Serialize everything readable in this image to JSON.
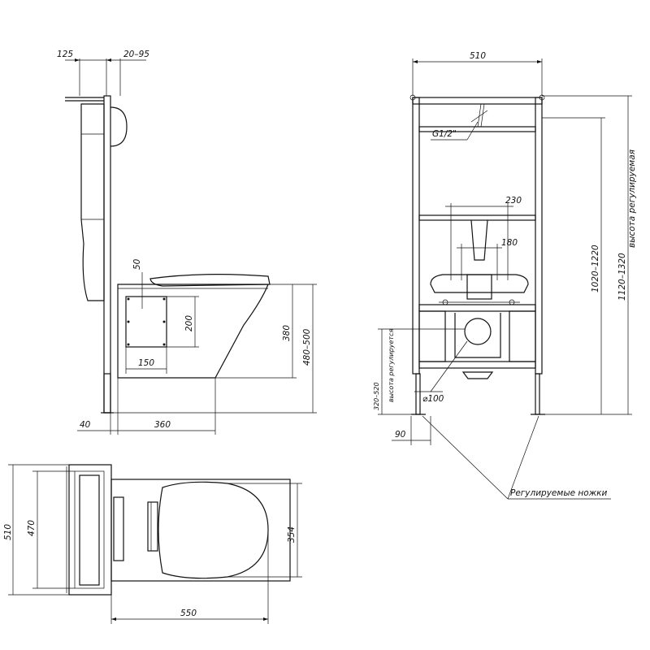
{
  "dimensions": {
    "side_view": {
      "top_left": "125",
      "top_right": "20–95",
      "seat_gap": "50",
      "plate_height": "200",
      "plate_width": "150",
      "bowl_height": "380",
      "bowl_height_total": "480–500",
      "floor_gap": "40",
      "bowl_depth": "360"
    },
    "front_view": {
      "frame_width": "510",
      "pipe_spacing_outer": "230",
      "pipe_spacing_inner": "180",
      "frame_height": "1020–1220",
      "total_height": "1120–1320",
      "total_height_note": "высота регулируемая",
      "outlet_height": "320–520",
      "outlet_height_note": "высота регулируется",
      "foot_offset": "90",
      "outlet_diameter": "⌀100",
      "thread": "G1/2\""
    },
    "top_view": {
      "frame_depth": "510",
      "frame_inner": "470",
      "bowl_width": "354",
      "bowl_length": "550"
    }
  },
  "labels": {
    "feet": "Регулируемые ножки"
  }
}
